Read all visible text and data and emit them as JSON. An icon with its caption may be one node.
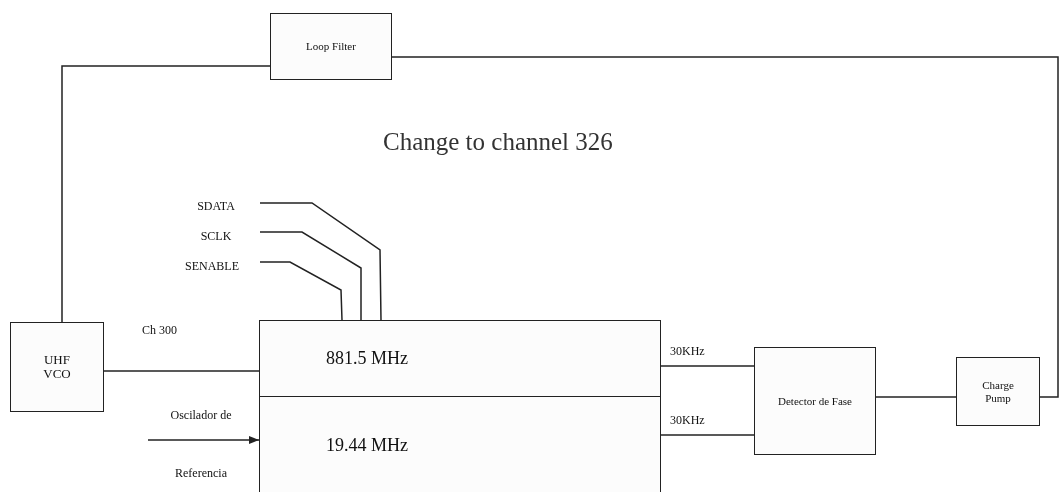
{
  "diagram": {
    "title": "Change to channel 326",
    "nodes": [
      {
        "text": [
          "Loop Filter"
        ]
      },
      {
        "text": [
          "UHF VCO"
        ]
      },
      {
        "text": [
          "881.5 MHz"
        ]
      },
      {
        "text": [
          "19.44 MHz"
        ]
      },
      {
        "text": [
          "Detector de Fase"
        ]
      },
      {
        "text": [
          "Charge Pump"
        ]
      },
      {
        "text": [
          "SDATA"
        ]
      },
      {
        "text": [
          "SCLK"
        ]
      },
      {
        "text": [
          "SENABLE"
        ]
      }
    ],
    "edges": [
      {
        "from": 1,
        "to": 0,
        "arrow": "none"
      },
      {
        "from": 5,
        "to": 0,
        "arrow": "none"
      },
      {
        "from": 1,
        "to": 2,
        "arrow": "none",
        "label": "Ch 300"
      },
      {
        "from": 6,
        "to": 2,
        "arrow": "none"
      },
      {
        "from": 7,
        "to": 2,
        "arrow": "none"
      },
      {
        "from": 8,
        "to": 2,
        "arrow": "none"
      },
      {
        "from": 2,
        "to": 4,
        "arrow": "none",
        "label": "30KHz"
      },
      {
        "from": 3,
        "to": 4,
        "arrow": "none",
        "label": "30KHz"
      },
      {
        "from": 4,
        "to": 5,
        "arrow": "none"
      },
      {
        "from": null,
        "to": 3,
        "arrow": "to",
        "label": "Oscilador de Referencia"
      }
    ]
  }
}
